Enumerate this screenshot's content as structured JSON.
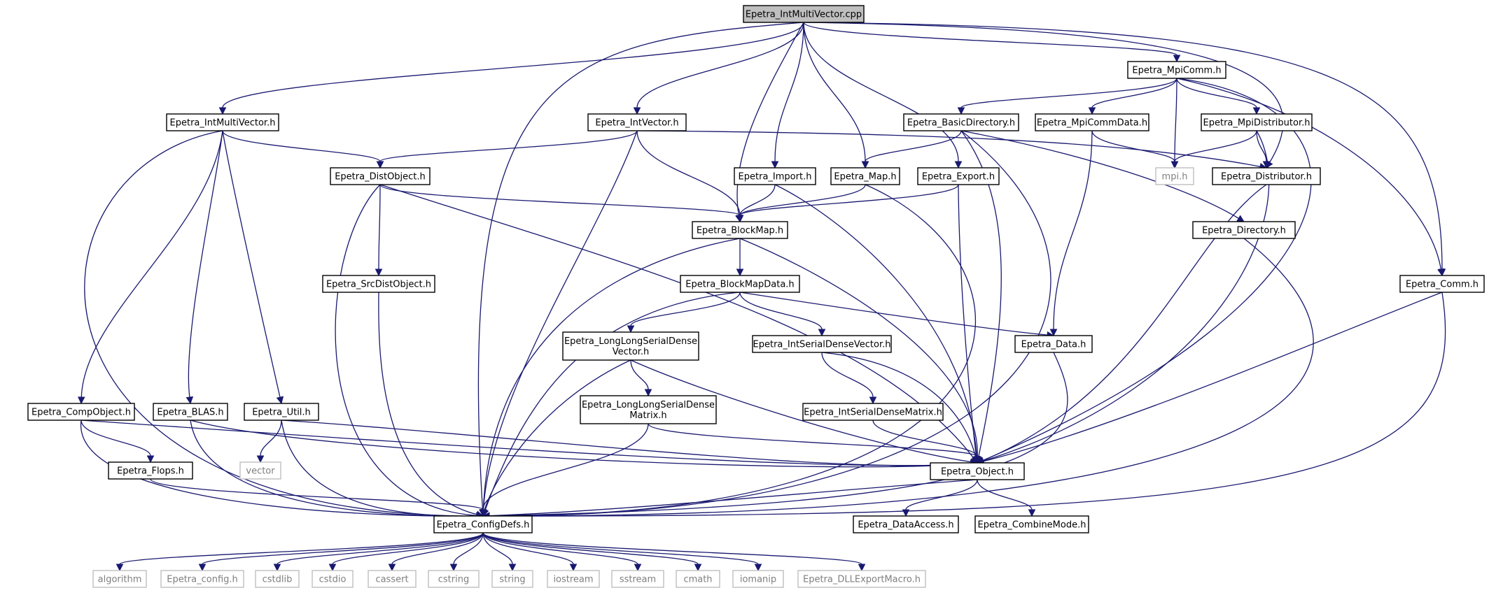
{
  "graph": {
    "colors": {
      "edge": "#191970",
      "main_fill": "#bfbfbf",
      "node_border": "#000000",
      "system_border": "#bfbfbf",
      "system_text": "#7f7f7f"
    },
    "nodes": [
      {
        "id": "ep_intmultivector_cpp",
        "kind": "main",
        "lines": [
          "Epetra_IntMultiVector.cpp"
        ]
      },
      {
        "id": "ep_intmultivector_h",
        "kind": "local",
        "lines": [
          "Epetra_IntMultiVector.h"
        ]
      },
      {
        "id": "ep_intvector_h",
        "kind": "local",
        "lines": [
          "Epetra_IntVector.h"
        ]
      },
      {
        "id": "ep_mpicomm_h",
        "kind": "local",
        "lines": [
          "Epetra_MpiComm.h"
        ]
      },
      {
        "id": "ep_basicdirectory_h",
        "kind": "local",
        "lines": [
          "Epetra_BasicDirectory.h"
        ]
      },
      {
        "id": "ep_mpicommdata_h",
        "kind": "local",
        "lines": [
          "Epetra_MpiCommData.h"
        ]
      },
      {
        "id": "ep_mpidistributor_h",
        "kind": "local",
        "lines": [
          "Epetra_MpiDistributor.h"
        ]
      },
      {
        "id": "ep_distobject_h",
        "kind": "local",
        "lines": [
          "Epetra_DistObject.h"
        ]
      },
      {
        "id": "ep_import_h",
        "kind": "local",
        "lines": [
          "Epetra_Import.h"
        ]
      },
      {
        "id": "ep_map_h",
        "kind": "local",
        "lines": [
          "Epetra_Map.h"
        ]
      },
      {
        "id": "ep_export_h",
        "kind": "local",
        "lines": [
          "Epetra_Export.h"
        ]
      },
      {
        "id": "mpi_h",
        "kind": "system",
        "lines": [
          "mpi.h"
        ]
      },
      {
        "id": "ep_distributor_h",
        "kind": "local",
        "lines": [
          "Epetra_Distributor.h"
        ]
      },
      {
        "id": "ep_blockmap_h",
        "kind": "local",
        "lines": [
          "Epetra_BlockMap.h"
        ]
      },
      {
        "id": "ep_directory_h",
        "kind": "local",
        "lines": [
          "Epetra_Directory.h"
        ]
      },
      {
        "id": "ep_srcdistobject_h",
        "kind": "local",
        "lines": [
          "Epetra_SrcDistObject.h"
        ]
      },
      {
        "id": "ep_blockmapdata_h",
        "kind": "local",
        "lines": [
          "Epetra_BlockMapData.h"
        ]
      },
      {
        "id": "ep_comm_h",
        "kind": "local",
        "lines": [
          "Epetra_Comm.h"
        ]
      },
      {
        "id": "ep_longlongserialdensevector_h",
        "kind": "local",
        "lines": [
          "Epetra_LongLongSerialDense",
          "Vector.h"
        ]
      },
      {
        "id": "ep_intserialdensevector_h",
        "kind": "local",
        "lines": [
          "Epetra_IntSerialDenseVector.h"
        ]
      },
      {
        "id": "ep_data_h",
        "kind": "local",
        "lines": [
          "Epetra_Data.h"
        ]
      },
      {
        "id": "ep_compobject_h",
        "kind": "local",
        "lines": [
          "Epetra_CompObject.h"
        ]
      },
      {
        "id": "ep_blas_h",
        "kind": "local",
        "lines": [
          "Epetra_BLAS.h"
        ]
      },
      {
        "id": "ep_util_h",
        "kind": "local",
        "lines": [
          "Epetra_Util.h"
        ]
      },
      {
        "id": "ep_longlongserialdensematrix_h",
        "kind": "local",
        "lines": [
          "Epetra_LongLongSerialDense",
          "Matrix.h"
        ]
      },
      {
        "id": "ep_intserialdensematrix_h",
        "kind": "local",
        "lines": [
          "Epetra_IntSerialDenseMatrix.h"
        ]
      },
      {
        "id": "ep_flops_h",
        "kind": "local",
        "lines": [
          "Epetra_Flops.h"
        ]
      },
      {
        "id": "vector",
        "kind": "system",
        "lines": [
          "vector"
        ]
      },
      {
        "id": "ep_object_h",
        "kind": "local",
        "lines": [
          "Epetra_Object.h"
        ]
      },
      {
        "id": "ep_configdefs_h",
        "kind": "local",
        "lines": [
          "Epetra_ConfigDefs.h"
        ]
      },
      {
        "id": "ep_dataaccess_h",
        "kind": "local",
        "lines": [
          "Epetra_DataAccess.h"
        ]
      },
      {
        "id": "ep_combinemode_h",
        "kind": "local",
        "lines": [
          "Epetra_CombineMode.h"
        ]
      },
      {
        "id": "algorithm",
        "kind": "system",
        "lines": [
          "algorithm"
        ]
      },
      {
        "id": "epetra_config_h",
        "kind": "system",
        "lines": [
          "Epetra_config.h"
        ]
      },
      {
        "id": "cstdlib",
        "kind": "system",
        "lines": [
          "cstdlib"
        ]
      },
      {
        "id": "cstdio",
        "kind": "system",
        "lines": [
          "cstdio"
        ]
      },
      {
        "id": "cassert",
        "kind": "system",
        "lines": [
          "cassert"
        ]
      },
      {
        "id": "cstring",
        "kind": "system",
        "lines": [
          "cstring"
        ]
      },
      {
        "id": "string",
        "kind": "system",
        "lines": [
          "string"
        ]
      },
      {
        "id": "iostream",
        "kind": "system",
        "lines": [
          "iostream"
        ]
      },
      {
        "id": "sstream",
        "kind": "system",
        "lines": [
          "sstream"
        ]
      },
      {
        "id": "cmath",
        "kind": "system",
        "lines": [
          "cmath"
        ]
      },
      {
        "id": "iomanip",
        "kind": "system",
        "lines": [
          "iomanip"
        ]
      },
      {
        "id": "ep_dllexportmacro_h",
        "kind": "system",
        "lines": [
          "Epetra_DLLExportMacro.h"
        ]
      }
    ],
    "edges": [
      [
        "ep_intmultivector_cpp",
        "ep_intmultivector_h"
      ],
      [
        "ep_intmultivector_cpp",
        "ep_configdefs_h"
      ],
      [
        "ep_intmultivector_cpp",
        "ep_intvector_h"
      ],
      [
        "ep_intmultivector_cpp",
        "ep_blockmap_h"
      ],
      [
        "ep_intmultivector_cpp",
        "ep_import_h"
      ],
      [
        "ep_intmultivector_cpp",
        "ep_map_h"
      ],
      [
        "ep_intmultivector_cpp",
        "ep_export_h"
      ],
      [
        "ep_intmultivector_cpp",
        "ep_mpicomm_h"
      ],
      [
        "ep_intmultivector_cpp",
        "ep_distributor_h"
      ],
      [
        "ep_intmultivector_cpp",
        "ep_comm_h"
      ],
      [
        "ep_intmultivector_h",
        "ep_distobject_h"
      ],
      [
        "ep_intmultivector_h",
        "ep_configdefs_h"
      ],
      [
        "ep_intmultivector_h",
        "ep_compobject_h"
      ],
      [
        "ep_intmultivector_h",
        "ep_blas_h"
      ],
      [
        "ep_intmultivector_h",
        "ep_util_h"
      ],
      [
        "ep_intvector_h",
        "ep_distobject_h"
      ],
      [
        "ep_intvector_h",
        "ep_blockmap_h"
      ],
      [
        "ep_intvector_h",
        "ep_configdefs_h"
      ],
      [
        "ep_intvector_h",
        "ep_distributor_h"
      ],
      [
        "ep_mpicomm_h",
        "ep_basicdirectory_h"
      ],
      [
        "ep_mpicomm_h",
        "ep_mpicommdata_h"
      ],
      [
        "ep_mpicomm_h",
        "ep_mpidistributor_h"
      ],
      [
        "ep_mpicomm_h",
        "mpi_h"
      ],
      [
        "ep_mpicomm_h",
        "ep_comm_h"
      ],
      [
        "ep_mpicomm_h",
        "ep_object_h"
      ],
      [
        "ep_basicdirectory_h",
        "ep_map_h"
      ],
      [
        "ep_basicdirectory_h",
        "ep_directory_h"
      ],
      [
        "ep_basicdirectory_h",
        "ep_object_h"
      ],
      [
        "ep_basicdirectory_h",
        "ep_configdefs_h"
      ],
      [
        "ep_mpicommdata_h",
        "mpi_h"
      ],
      [
        "ep_mpicommdata_h",
        "ep_data_h"
      ],
      [
        "ep_mpidistributor_h",
        "mpi_h"
      ],
      [
        "ep_mpidistributor_h",
        "ep_distributor_h"
      ],
      [
        "ep_mpidistributor_h",
        "ep_object_h"
      ],
      [
        "ep_distobject_h",
        "ep_blockmap_h"
      ],
      [
        "ep_distobject_h",
        "ep_srcdistobject_h"
      ],
      [
        "ep_distobject_h",
        "ep_object_h"
      ],
      [
        "ep_distobject_h",
        "ep_configdefs_h"
      ],
      [
        "ep_import_h",
        "ep_blockmap_h"
      ],
      [
        "ep_import_h",
        "ep_object_h"
      ],
      [
        "ep_map_h",
        "ep_blockmap_h"
      ],
      [
        "ep_map_h",
        "ep_configdefs_h"
      ],
      [
        "ep_export_h",
        "ep_blockmap_h"
      ],
      [
        "ep_export_h",
        "ep_object_h"
      ],
      [
        "ep_distributor_h",
        "ep_object_h"
      ],
      [
        "ep_blockmap_h",
        "ep_blockmapdata_h"
      ],
      [
        "ep_blockmap_h",
        "ep_object_h"
      ],
      [
        "ep_blockmap_h",
        "ep_configdefs_h"
      ],
      [
        "ep_directory_h",
        "ep_configdefs_h"
      ],
      [
        "ep_srcdistobject_h",
        "ep_configdefs_h"
      ],
      [
        "ep_blockmapdata_h",
        "ep_longlongserialdensevector_h"
      ],
      [
        "ep_blockmapdata_h",
        "ep_intserialdensevector_h"
      ],
      [
        "ep_blockmapdata_h",
        "ep_data_h"
      ],
      [
        "ep_blockmapdata_h",
        "ep_configdefs_h"
      ],
      [
        "ep_comm_h",
        "ep_object_h"
      ],
      [
        "ep_comm_h",
        "ep_configdefs_h"
      ],
      [
        "ep_longlongserialdensevector_h",
        "ep_longlongserialdensematrix_h"
      ],
      [
        "ep_longlongserialdensevector_h",
        "ep_object_h"
      ],
      [
        "ep_longlongserialdensevector_h",
        "ep_configdefs_h"
      ],
      [
        "ep_intserialdensevector_h",
        "ep_intserialdensematrix_h"
      ],
      [
        "ep_intserialdensevector_h",
        "ep_object_h"
      ],
      [
        "ep_data_h",
        "ep_configdefs_h"
      ],
      [
        "ep_compobject_h",
        "ep_flops_h"
      ],
      [
        "ep_compobject_h",
        "ep_object_h"
      ],
      [
        "ep_compobject_h",
        "ep_configdefs_h"
      ],
      [
        "ep_blas_h",
        "ep_object_h"
      ],
      [
        "ep_blas_h",
        "ep_configdefs_h"
      ],
      [
        "ep_util_h",
        "vector"
      ],
      [
        "ep_util_h",
        "ep_object_h"
      ],
      [
        "ep_util_h",
        "ep_configdefs_h"
      ],
      [
        "ep_longlongserialdensematrix_h",
        "ep_object_h"
      ],
      [
        "ep_longlongserialdensematrix_h",
        "ep_configdefs_h"
      ],
      [
        "ep_intserialdensematrix_h",
        "ep_object_h"
      ],
      [
        "ep_flops_h",
        "ep_configdefs_h"
      ],
      [
        "ep_object_h",
        "ep_configdefs_h"
      ],
      [
        "ep_object_h",
        "ep_dataaccess_h"
      ],
      [
        "ep_object_h",
        "ep_combinemode_h"
      ],
      [
        "ep_configdefs_h",
        "algorithm"
      ],
      [
        "ep_configdefs_h",
        "epetra_config_h"
      ],
      [
        "ep_configdefs_h",
        "cstdlib"
      ],
      [
        "ep_configdefs_h",
        "cstdio"
      ],
      [
        "ep_configdefs_h",
        "cassert"
      ],
      [
        "ep_configdefs_h",
        "cstring"
      ],
      [
        "ep_configdefs_h",
        "string"
      ],
      [
        "ep_configdefs_h",
        "iostream"
      ],
      [
        "ep_configdefs_h",
        "sstream"
      ],
      [
        "ep_configdefs_h",
        "cmath"
      ],
      [
        "ep_configdefs_h",
        "iomanip"
      ],
      [
        "ep_configdefs_h",
        "ep_dllexportmacro_h"
      ]
    ]
  }
}
